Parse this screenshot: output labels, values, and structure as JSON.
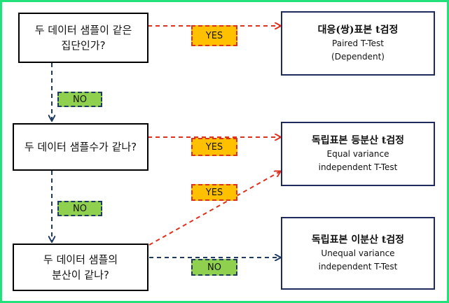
{
  "questions": {
    "q1": {
      "line1": "두 데이터 샘플이 같은",
      "line2": "집단인가?"
    },
    "q2": {
      "line1": "두 데이터 샘플수가 같나?"
    },
    "q3": {
      "line1": "두 데이터 샘플의",
      "line2": "분산이 같나?"
    }
  },
  "results": {
    "paired": {
      "title": "대응(쌍)표본 t검정",
      "sub1": "Paired T-Test",
      "sub2": "(Dependent)"
    },
    "equal": {
      "title": "독립표본 등분산 t검정",
      "sub1": "Equal variance",
      "sub2": "independent T-Test"
    },
    "unequal": {
      "title": "독립표본 이분산 t검정",
      "sub1": "Unequal variance",
      "sub2": "independent T-Test"
    }
  },
  "labels": {
    "yes1": "YES",
    "yes2": "YES",
    "yes3": "YES",
    "no1": "NO",
    "no2": "NO",
    "no3": "NO"
  },
  "colors": {
    "frame": "#22e07a",
    "yes_fill": "#ffc000",
    "yes_arrow": "#e0301e",
    "no_fill": "#8fd14f",
    "no_arrow": "#1f3b63",
    "result_border": "#1f2a5c"
  }
}
